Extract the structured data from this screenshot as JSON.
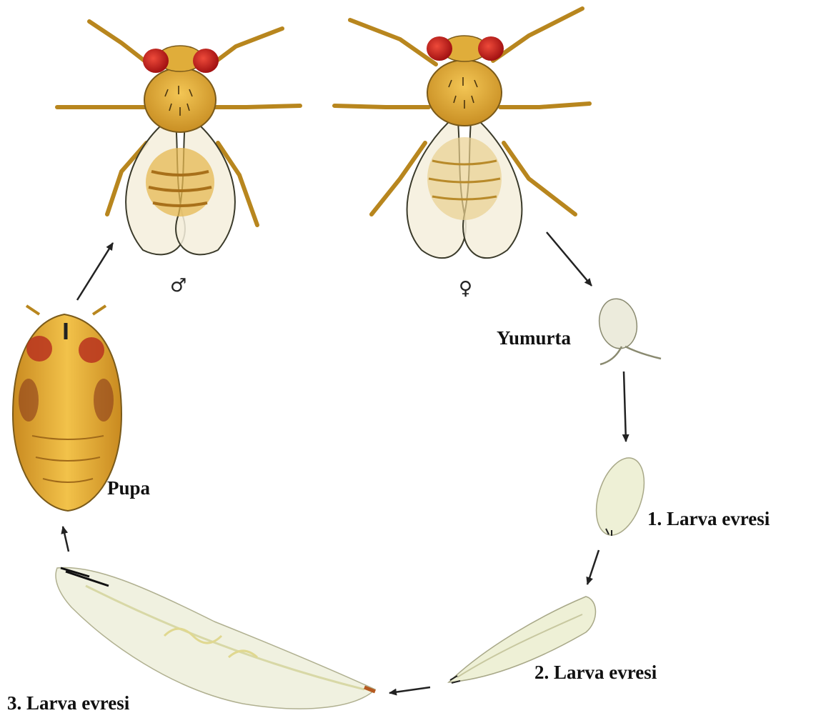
{
  "diagram": {
    "labels": {
      "male_symbol": "♂",
      "female_symbol": "♀",
      "egg": "Yumurta",
      "larva1": "1. Larva evresi",
      "larva2": "2. Larva evresi",
      "larva3": "3. Larva evresi",
      "pupa": "Pupa"
    },
    "colors": {
      "body": "#e3b43c",
      "body_dark": "#b27a1c",
      "eye": "#cc2020",
      "wing": "#f4efdc",
      "larva": "#eef0d6",
      "outline": "#5a4a2a",
      "arrow": "#222222"
    }
  }
}
